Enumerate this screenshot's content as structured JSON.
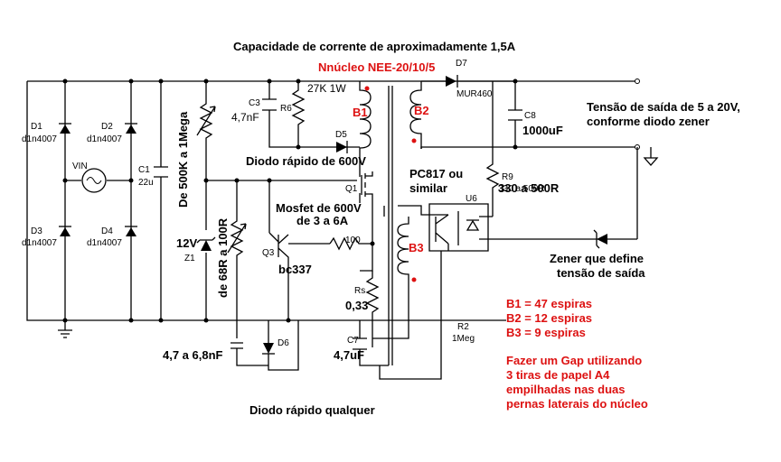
{
  "texts": {
    "title": "Capacidade de corrente de aproximadamente 1,5A",
    "core": "Nnúcleo NEE-20/10/5",
    "d1": "D1",
    "d1p": "d1n4007",
    "d2": "D2",
    "d2p": "d1n4007",
    "d3": "D3",
    "d3p": "d1n4007",
    "d4": "D4",
    "d4p": "d1n4007",
    "vin": "VIN",
    "c1": "C1",
    "c1v": "22u",
    "r_start": "De 500K a 1Mega",
    "c3": "C3",
    "c3v": "4,7nF",
    "r6": "R6",
    "r6v": "27K 1W",
    "d5": "D5",
    "b1": "B1",
    "b2": "B2",
    "b3": "B3",
    "d7": "D7",
    "d7p": "MUR460",
    "c8": "C8",
    "c8v": "1000uF",
    "out_note_1": "Tensão de saída de 5 a 20V,",
    "out_note_2": "conforme diodo zener",
    "fast_diode": "Diodo rápido de 600V",
    "q1": "Q1",
    "mosfet_1": "Mosfet de 600V",
    "mosfet_2": "de 3 a 6A",
    "pc817_1": "PC817 ou",
    "pc817_2": "similar",
    "r9": "R9",
    "r9v": "330 a 500R",
    "u6": "U6",
    "zener_v": "12V",
    "z1": "Z1",
    "r_base": "de 68R a 100R",
    "q3": "Q3",
    "q3p": "bc337",
    "r100": "100",
    "rs": "Rs",
    "rsv": "0,33",
    "zener_note_1": "Zener que define",
    "zener_note_2": "tensão de saída",
    "r2": "R2",
    "r2v": "1Meg",
    "c7": "C7",
    "c7v": "4,7uF",
    "cap_range": "4,7 a 6,8nF",
    "d6": "D6",
    "fast_any": "Diodo rápido qualquer",
    "turns_b1": "B1 = 47 espiras",
    "turns_b2": "B2 = 12 espiras",
    "turns_b3": "B3 = 9 espiras",
    "gap_1": "Fazer um Gap utilizando",
    "gap_2": "3 tiras de papel A4",
    "gap_3": "empilhadas nas duas",
    "gap_4": "pernas laterais do núcleo"
  },
  "colors": {
    "ink": "#000000",
    "note": "#dd1111",
    "paper": "#ffffff"
  }
}
